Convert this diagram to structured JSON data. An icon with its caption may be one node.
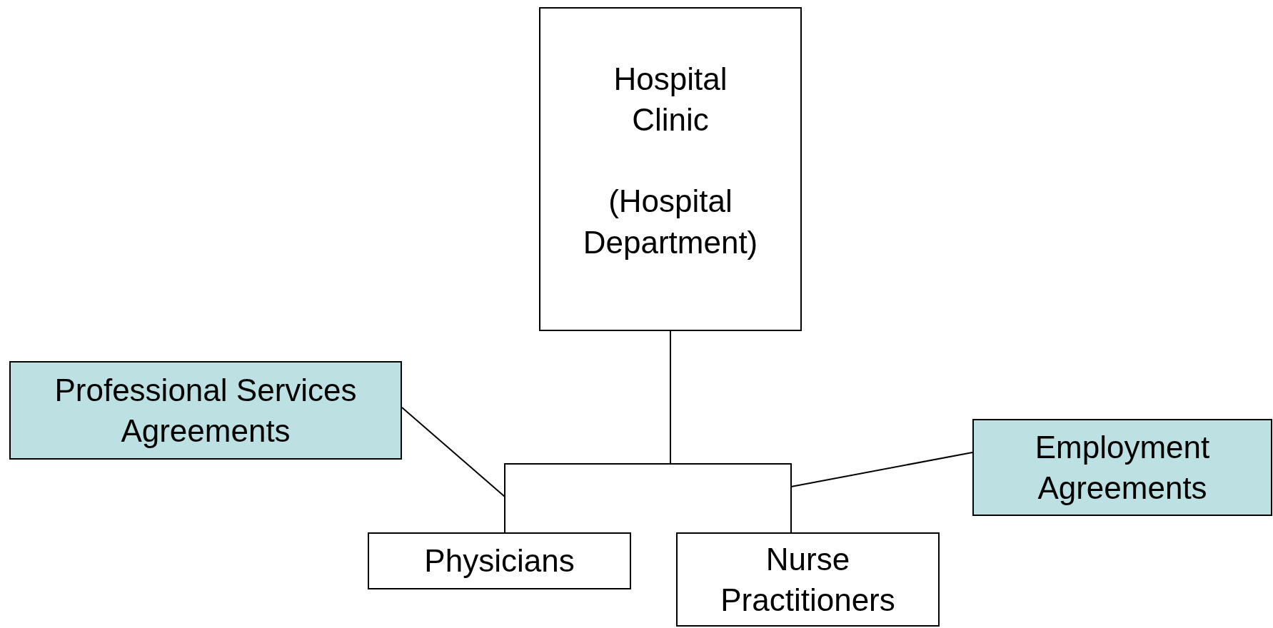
{
  "diagram": {
    "nodes": [
      {
        "text": [
          "Hospital Clinic",
          "(Hospital Department)"
        ]
      },
      {
        "text": [
          "Professional Services Agreements"
        ]
      },
      {
        "text": [
          "Employment Agreements"
        ]
      },
      {
        "text": [
          "Physicians"
        ]
      },
      {
        "text": [
          "Nurse Practitioners"
        ]
      }
    ],
    "edges": [
      {
        "from": 0,
        "to": 3,
        "arrow": "none"
      },
      {
        "from": 0,
        "to": 4,
        "arrow": "none"
      },
      {
        "from": 1,
        "to": null,
        "arrow": "none"
      },
      {
        "from": 2,
        "to": null,
        "arrow": "none"
      }
    ]
  }
}
